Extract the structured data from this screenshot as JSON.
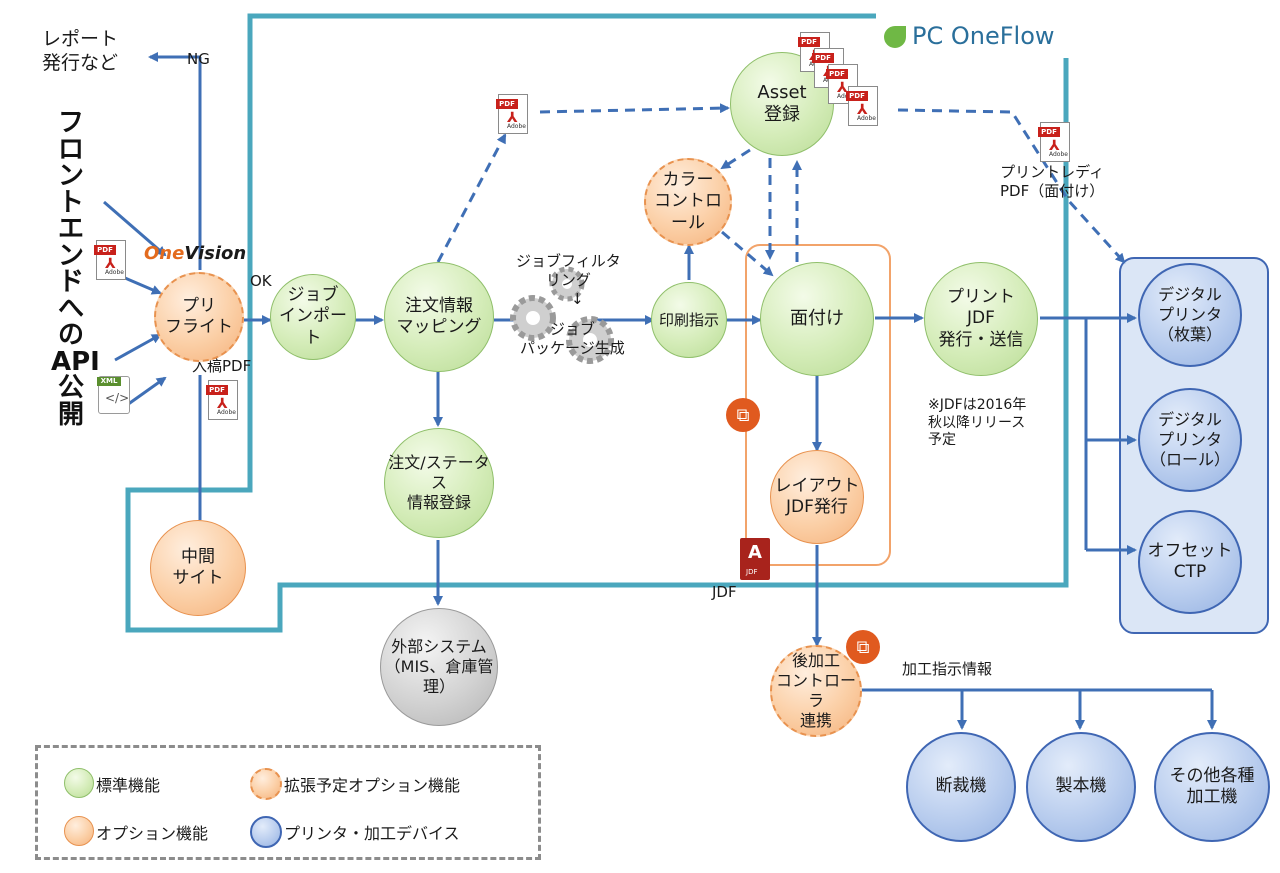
{
  "brand": {
    "logo_text": "PC OneFlow",
    "onevision_prefix": "One",
    "onevision_suffix": "Vision"
  },
  "side_title": "フロントエンドへのAPI公開",
  "top_left_output": "レポート\n発行など",
  "edge_labels": {
    "ng": "NG",
    "ok": "OK",
    "manuscript_pdf": "入稿PDF",
    "print_ready_pdf": "プリントレディ\nPDF（面付け）",
    "jdf_note": "※JDFは2016年\n秋以降リリース\n予定",
    "jdf": "JDF",
    "finishing_info": "加工指示情報",
    "job_filter": "ジョブフィルタ\nリング",
    "job_package": "ジョブ\nパッケージ生成",
    "filter_arrow": "↓"
  },
  "nodes": {
    "preflight": "プリ\nフライト",
    "middle_site": "中間\nサイト",
    "job_import": "ジョブ\nインポート",
    "order_mapping": "注文情報\nマッピング",
    "order_status": "注文/ステータス\n情報登録",
    "external_system": "外部システム\n（MIS、倉庫管理）",
    "print_instruction": "印刷指示",
    "color_control": "カラー\nコントロール",
    "asset": "Asset\n登録",
    "imposition": "面付け",
    "layout_jdf": "レイアウト\nJDF発行",
    "print_jdf": "プリント\nJDF\n発行・送信",
    "finishing_controller": "後加工\nコントローラ\n連携",
    "digital_sheet": "デジタル\nプリンタ\n（枚葉）",
    "digital_roll": "デジタル\nプリンタ\n（ロール）",
    "offset_ctp": "オフセット\nCTP",
    "cutter": "断裁機",
    "binder": "製本機",
    "other_finishing": "その他各種\n加工機"
  },
  "icons": {
    "pdf_tag": "PDF",
    "pdf_brand": "Adobe",
    "xml_tag": "XML",
    "xml_mark": "</>",
    "jdf_mark": "A",
    "jdf_tag": "JDF",
    "badge_glyph": "⧉"
  },
  "legend": {
    "standard": "標準機能",
    "extension": "拡張予定オプション機能",
    "option": "オプション機能",
    "device": "プリンタ・加工デバイス"
  },
  "colors": {
    "boundary": "#4aa7bd",
    "arrow": "#3f6fb5",
    "standard": "#c9e6a8",
    "option": "#f9c39a",
    "device": "#a9c2ec"
  }
}
